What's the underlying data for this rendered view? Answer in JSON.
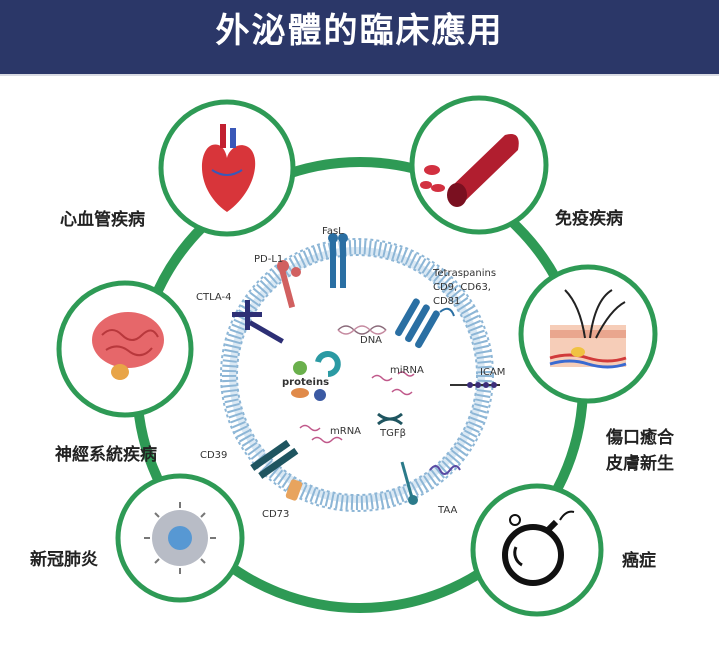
{
  "header": {
    "title": "外泌體的臨床應用"
  },
  "applications": {
    "cardio": "心血管疾病",
    "immune": "免疫疾病",
    "neuro": "神經系統疾病",
    "wound_line1": "傷口癒合",
    "wound_line2": "皮膚新生",
    "covid": "新冠肺炎",
    "cancer": "癌症"
  },
  "exosome_labels": {
    "fasl": "FasL",
    "pdl1": "PD-L1",
    "ctla4": "CTLA-4",
    "tetraspanins": "Tetraspanins",
    "cd_list1": "CD9, CD63,",
    "cd_list2": "CD81",
    "icam": "ICAM",
    "cd39": "CD39",
    "cd73": "CD73",
    "taa": "TAA",
    "dna": "DNA",
    "proteins": "proteins",
    "mirna": "miRNA",
    "mrna": "mRNA",
    "tgfb": "TGFβ"
  },
  "colors": {
    "header": "#2b3768",
    "ring": "#2e9a55",
    "membrane": "#8db6d6",
    "core": "#ffffff"
  }
}
